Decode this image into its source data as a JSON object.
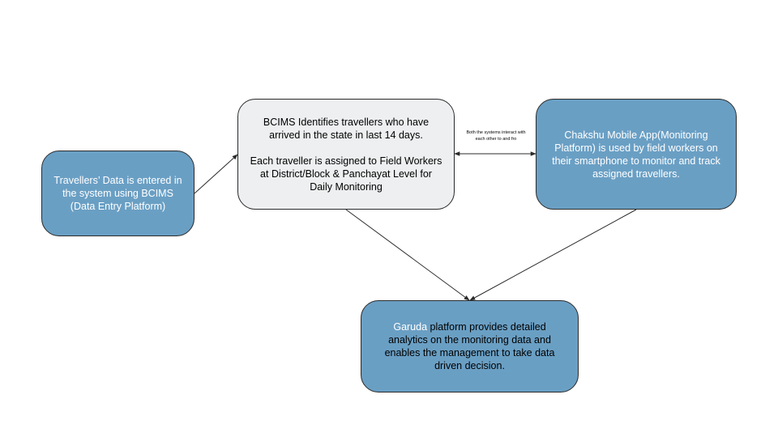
{
  "nodes": {
    "entry": {
      "text": "Travellers’ Data is entered in the system using BCIMS (Data Entry Platform)"
    },
    "bcims": {
      "text": "BCIMS Identifies travellers who have arrived in the state in last 14 days.\n\nEach traveller is assigned to Field Workers at District/Block & Panchayat Level for Daily Monitoring"
    },
    "chakshu": {
      "text": "Chakshu Mobile App(Monitoring Platform) is used by field workers on their smartphone to monitor and track assigned travellers."
    },
    "garuda": {
      "highlight": "Garuda",
      "text": " platform provides detailed analytics on the monitoring data and enables the management to take data driven decision."
    }
  },
  "edge_labels": {
    "bcims_chakshu": "Both the systems interact with\neach other to and fro"
  },
  "colors": {
    "node_blue": "#6a9fc4",
    "node_grey": "#edeff0",
    "stroke": "#2b2b2b"
  }
}
